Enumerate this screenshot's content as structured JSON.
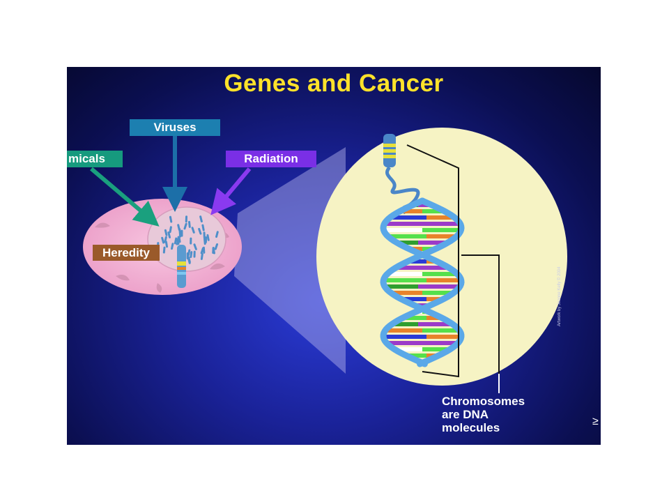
{
  "slide": {
    "title": "Genes and Cancer",
    "labels": {
      "viruses": "Viruses",
      "chemicals": "micals",
      "radiation": "Radiation",
      "heredity": "Heredity"
    },
    "caption": [
      "Chromosomes",
      "are DNA",
      "molecules"
    ],
    "credit": "Artwork by Jeanne Kelly © 2004",
    "corner_mark": "≥"
  },
  "colors": {
    "background": "#10167a",
    "title": "#ffe22a",
    "viruses_tag": "#1c7fb0",
    "chemicals_tag": "#169a7e",
    "radiation_tag": "#7a2fe6",
    "heredity_tag": "#9a5a2a",
    "cell": "#f1a9cf",
    "zoom_oval": "#f6f3c4",
    "dna_backbone": "#5aa8e8",
    "base_pairs": [
      "#2f9e2f",
      "#e8832a",
      "#2a3bd6",
      "#9b3bc9",
      "#ffffff",
      "#55e04b"
    ]
  }
}
